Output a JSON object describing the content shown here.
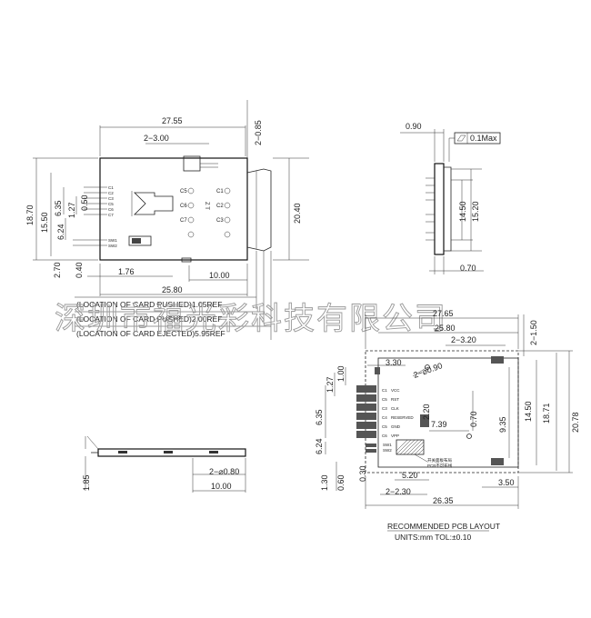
{
  "watermark": "深圳市福光彩科技有限公司",
  "top_left_view": {
    "dims": {
      "width_top": "27.55",
      "offset_top_right": "2−0.85",
      "pitch_top": "2−3.00",
      "height_outer": "18.70",
      "height_inner": "15.50",
      "h_635": "6.35",
      "h_127": "1.27",
      "h_050": "0.50",
      "h_624": "6.24",
      "h_270": "2.70",
      "h_040": "0.40",
      "w_176": "1.76",
      "w_1000": "10.00",
      "w_2580": "25.80",
      "right_height": "20.40"
    },
    "pins": [
      "C1",
      "C2",
      "C3",
      "C5",
      "C6",
      "C7"
    ],
    "switch_pins": [
      "SW1",
      "SW2"
    ],
    "card_marks": [
      "C5",
      "C6",
      "C7",
      "C1",
      "C2",
      "C3"
    ],
    "center_mark": "Z T",
    "notes": [
      "(LOCATION OF CARD PUSHED)1.05REF",
      "(LOCATION OF CARD PUSHED)2.00REF",
      "(LOCATION OF CARD EJECTED)5.95REF"
    ]
  },
  "side_view": {
    "dims": {
      "top_width": "0.90",
      "flatness": "0.1Max",
      "h_1450": "14.50",
      "h_1520": "15.20",
      "bottom_width": "0.70"
    }
  },
  "bottom_left_view": {
    "dims": {
      "height": "1.85",
      "hole": "2−⌀0.80",
      "width": "10.00"
    }
  },
  "pcb_layout": {
    "dims": {
      "w_2765": "27.65",
      "w_2580": "25.80",
      "pad_pitch": "2−3.20",
      "corner": "2−1.50",
      "w_330": "3.30",
      "h_100": "1.00",
      "h_127": "1.27",
      "hole": "2−⌀0.90",
      "h_635": "6.35",
      "h_624": "6.24",
      "h_130": "1.30",
      "h_060": "0.60",
      "h_030": "0.30",
      "w_520": "5.20",
      "w_739": "7.39",
      "h_220": "2.20",
      "h_070": "0.70",
      "h_935": "9.35",
      "h_1450": "14.50",
      "h_1871": "18.71",
      "h_2078": "20.78",
      "w_350": "3.50",
      "w_230": "2−2.30",
      "w_2635": "26.35"
    },
    "pad_labels": [
      {
        "pin": "C1",
        "name": "VCC"
      },
      {
        "pin": "C5",
        "name": "RST"
      },
      {
        "pin": "C3",
        "name": "CLK"
      },
      {
        "pin": "C4",
        "name": "RESERVED"
      },
      {
        "pin": "C5",
        "name": "GND"
      },
      {
        "pin": "C6",
        "name": "VPP"
      }
    ],
    "switch_labels": [
      "SW1",
      "SW2"
    ],
    "switch_note_1": "开关面板布局",
    "switch_note_2": "PCB不可布线",
    "title": "RECOMMENDED PCB LAYOUT",
    "units": "UNITS:mm  TOL:±0.10"
  }
}
